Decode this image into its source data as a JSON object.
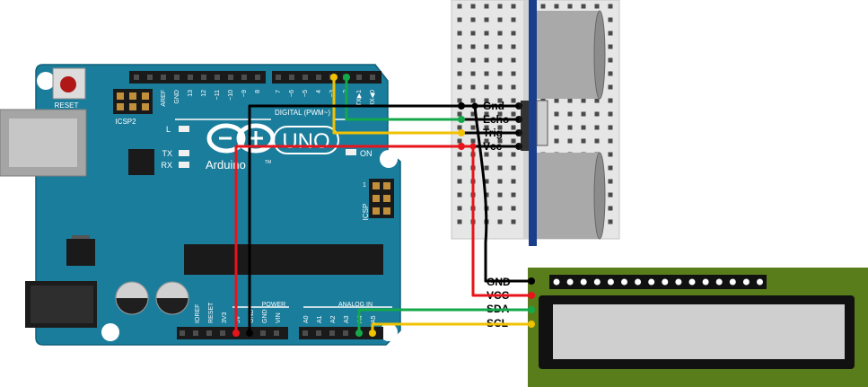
{
  "arduino": {
    "reset_label": "RESET",
    "icsp2_label": "ICSP2",
    "digital_label": "DIGITAL (PWM~)",
    "digital_pins": [
      "AREF",
      "GND",
      "13",
      "12",
      "~11",
      "~10",
      "~9",
      "8",
      "7",
      "~6",
      "~5",
      "4",
      "~3",
      "2",
      "TX▶1",
      "RX◀0"
    ],
    "led_l": "L",
    "led_tx": "TX",
    "led_rx": "RX",
    "brand": "Arduino",
    "model": "UNO",
    "tm": "TM",
    "on_label": "ON",
    "icsp_label": "ICSP",
    "icsp_num": "1",
    "power_label": "POWER",
    "power_pins": [
      "IOREF",
      "RESET",
      "3V3",
      "5V",
      "GND",
      "GND",
      "VIN"
    ],
    "analog_label": "ANALOG IN",
    "analog_pins": [
      "A0",
      "A1",
      "A2",
      "A3",
      "A4",
      "A5"
    ]
  },
  "sensor": {
    "pins": [
      "Gnd",
      "Echo",
      "Trig",
      "Vcc"
    ]
  },
  "lcd": {
    "pins": [
      "GND",
      "VCC",
      "SDA",
      "SCL"
    ]
  },
  "colors": {
    "board": "#1a7d9c",
    "board_dark": "#0e6079",
    "wire_black": "#000000",
    "wire_green": "#14a84b",
    "wire_yellow": "#f2c200",
    "wire_red": "#e8141b",
    "lcd_pcb": "#5a7d1c",
    "lcd_screen": "#cfcfcf",
    "sensor_pcb": "#1a3e8c"
  }
}
